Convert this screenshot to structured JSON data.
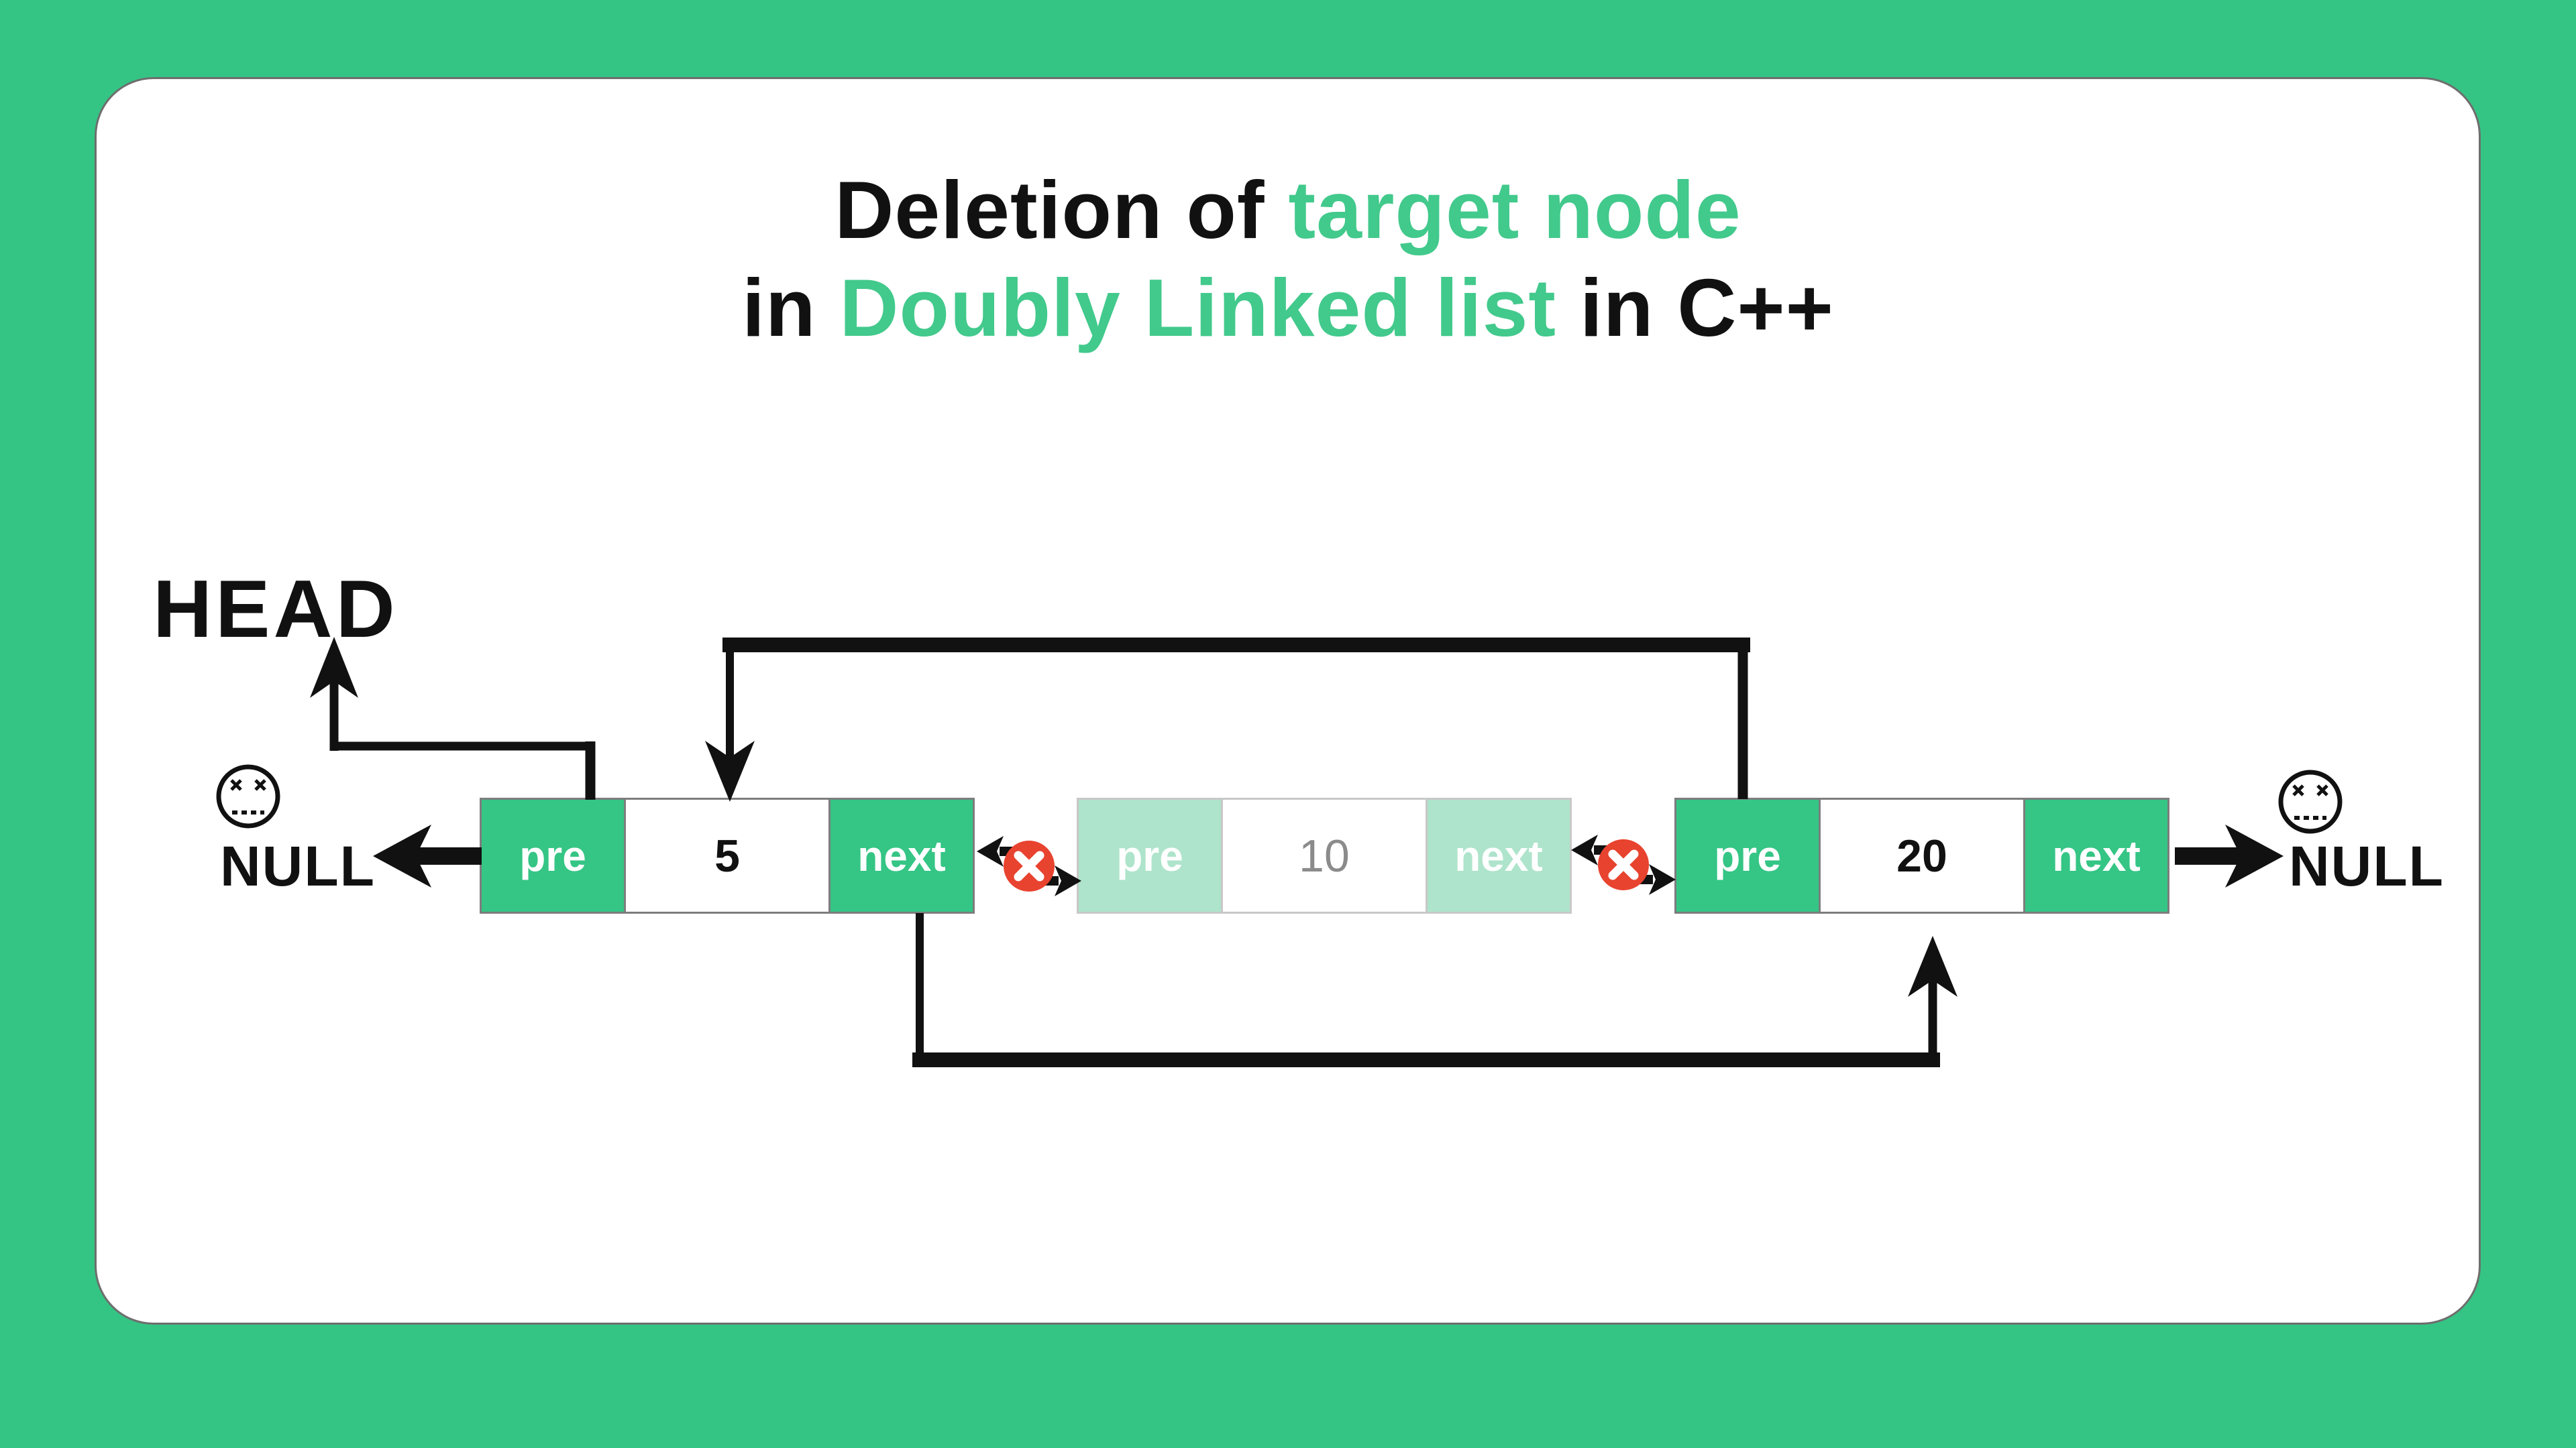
{
  "colors": {
    "background_green": "#34C584",
    "card_white": "#FFFFFF",
    "card_border": "#6E6E6E",
    "node_green": "#35C585",
    "node_green_faded": "#AEE4CB",
    "node_border": "#7D7D7D",
    "node_border_faded": "#C8C8C8",
    "label_white": "#FFFFFF",
    "value_black": "#111111",
    "value_faded": "#8B8B8B",
    "text_black": "#111111",
    "accent_green_text": "#42C98C",
    "broken_red": "#E8432F",
    "line_black": "#111111"
  },
  "title": {
    "line1_part1": "Deletion of ",
    "line1_part2": "target node",
    "line2_part1": "in ",
    "line2_part2": "Doubly Linked list",
    "line2_part3": " in C++"
  },
  "labels": {
    "head": "HEAD",
    "null_left": "NULL",
    "null_right": "NULL"
  },
  "nodes": [
    {
      "pre_label": "pre",
      "value": "5",
      "next_label": "next",
      "state": "active"
    },
    {
      "pre_label": "pre",
      "value": "10",
      "next_label": "next",
      "state": "deleted"
    },
    {
      "pre_label": "pre",
      "value": "20",
      "next_label": "next",
      "state": "active"
    }
  ],
  "icons": {
    "dead_face": "neutral-face-with-x-eyes",
    "broken_link": "red-circle-x-with-arrows"
  }
}
